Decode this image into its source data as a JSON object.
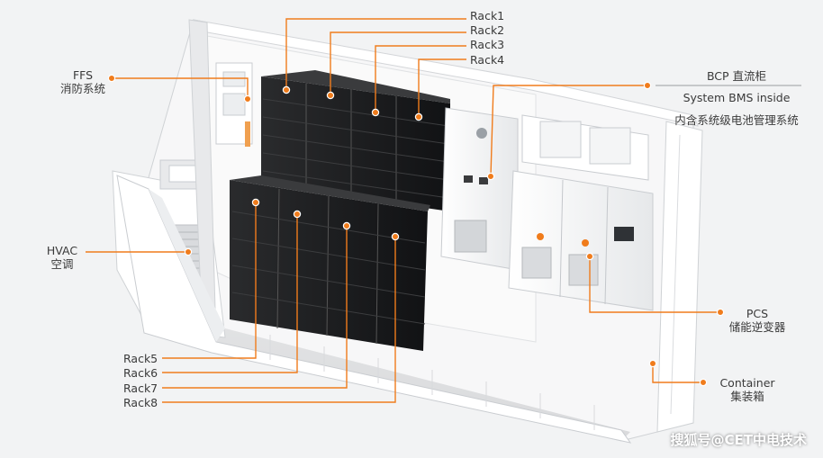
{
  "labels": {
    "rack1": "Rack1",
    "rack2": "Rack2",
    "rack3": "Rack3",
    "rack4": "Rack4",
    "rack5": "Rack5",
    "rack6": "Rack6",
    "rack7": "Rack7",
    "rack8": "Rack8",
    "ffs_en": "FFS",
    "ffs_cn": "消防系统",
    "hvac_en": "HVAC",
    "hvac_cn": "空调",
    "bcp_title": "BCP 直流柜",
    "bcp_bms": "System BMS inside",
    "bcp_cn": "内含系统级电池管理系统",
    "pcs_en": "PCS",
    "pcs_cn": "储能逆变器",
    "container_en": "Container",
    "container_cn": "集装箱"
  },
  "watermark": "搜狐号@CET中电技术",
  "colors": {
    "accent": "#f07c1c",
    "text": "#3a3a3a",
    "background": "#f2f3f4"
  }
}
